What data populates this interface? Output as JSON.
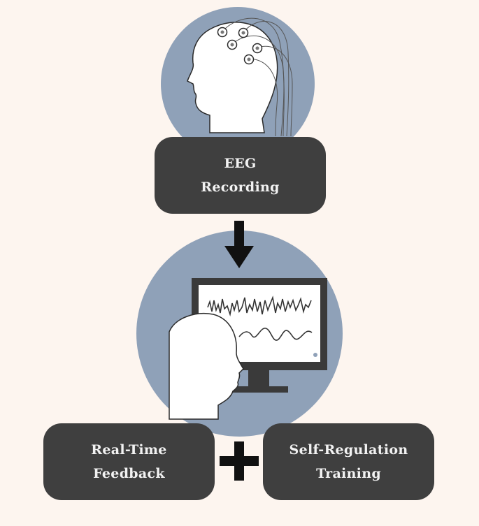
{
  "steps": {
    "eeg": {
      "line1": "EEG",
      "line2": "Recording"
    },
    "feedback": {
      "line1": "Real-Time",
      "line2": "Feedback"
    },
    "training": {
      "line1": "Self-Regulation",
      "line2": "Training"
    }
  },
  "colors": {
    "background": "#fdf5ef",
    "circle": "#8fa1b8",
    "box": "#3f3f3f",
    "box_text": "#f2f2f2",
    "arrow": "#111111"
  },
  "icons": [
    "eeg-head-icon",
    "monitor-icon",
    "viewer-head-icon",
    "down-arrow-icon",
    "plus-icon"
  ]
}
